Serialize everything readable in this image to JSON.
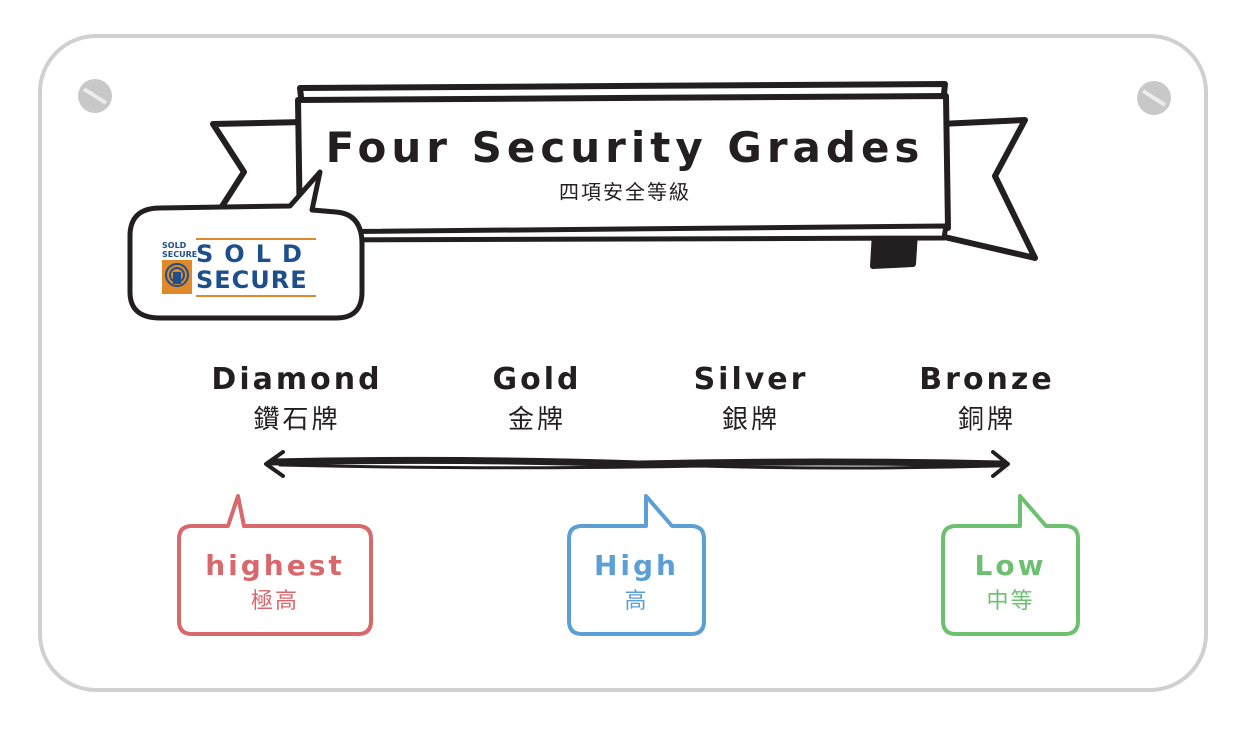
{
  "banner": {
    "title": "Four Security Grades",
    "subtitle": "四項安全等級"
  },
  "logo": {
    "small_text": "SOLD SECURE",
    "line1": "SOLD",
    "line2": "SECURE"
  },
  "grades": [
    {
      "en": "Diamond",
      "zh": "鑽石牌"
    },
    {
      "en": "Gold",
      "zh": "金牌"
    },
    {
      "en": "Silver",
      "zh": "銀牌"
    },
    {
      "en": "Bronze",
      "zh": "銅牌"
    }
  ],
  "levels": [
    {
      "en": "highest",
      "zh": "極高",
      "color": "#d9686c"
    },
    {
      "en": "High",
      "zh": "高",
      "color": "#5b9fd4"
    },
    {
      "en": "Low",
      "zh": "中等",
      "color": "#6cc070"
    }
  ],
  "colors": {
    "ink": "#231f20",
    "frame": "#d0d0d0",
    "screw": "#c8c8c8",
    "brand_blue": "#1d4f8c",
    "brand_orange": "#e0892a"
  }
}
